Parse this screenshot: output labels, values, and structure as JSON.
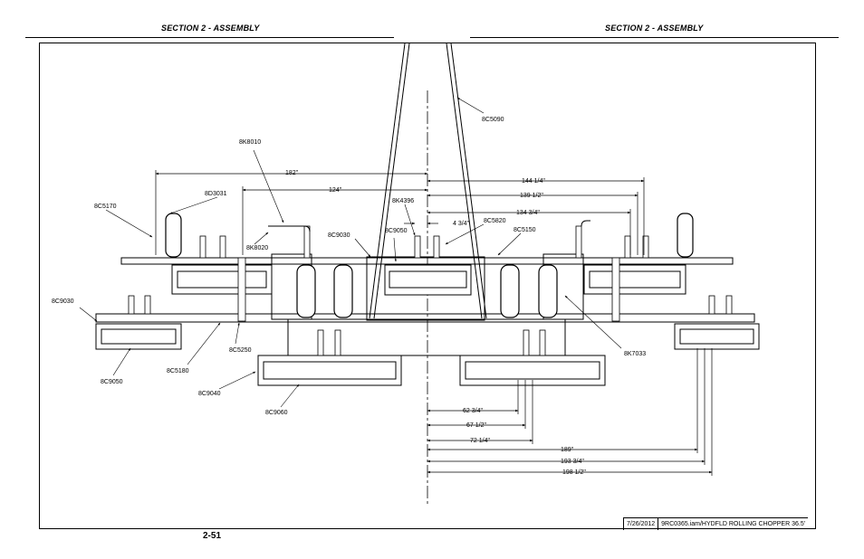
{
  "header": {
    "left_title": "SECTION 2 - ASSEMBLY",
    "right_title": "SECTION 2 - ASSEMBLY"
  },
  "page_number": "2-51",
  "title_block": {
    "date": "7/26/2012",
    "file": "9RC0365.iam/HYDFLD ROLLING CHOPPER 36.5'"
  },
  "callouts": {
    "c8C5090": "8C5090",
    "c8K8010": "8K8010",
    "c8D3031": "8D3031",
    "c8C5170": "8C5170",
    "c8K4396": "8K4396",
    "c8C5820": "8C5820",
    "c8C5150": "8C5150",
    "c8C9030a": "8C9030",
    "c8C9050a": "8C9050",
    "c8K8020": "8K8020",
    "c8C9030b": "8C9030",
    "c8C5250": "8C5250",
    "c8C5180": "8C5180",
    "c8C9050b": "8C9050",
    "c8C9040": "8C9040",
    "c8C9060": "8C9060",
    "c8K7033": "8K7033"
  },
  "dimensions": {
    "d182": "182\"",
    "d124": "124\"",
    "d144": "144 1/4\"",
    "d139": "139 1/2\"",
    "d134": "134 3/4\"",
    "d4": "4 3/4\"",
    "d62": "62 3/4\"",
    "d67": "67 1/2\"",
    "d72": "72 1/4\"",
    "d189": "189\"",
    "d193": "193 3/4\"",
    "d198": "198 1/2\""
  }
}
